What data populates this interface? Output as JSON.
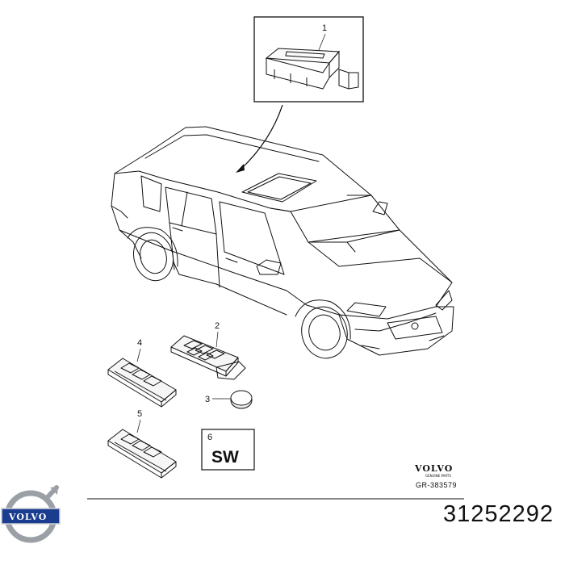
{
  "callouts": {
    "c1": "1",
    "c2": "2",
    "c3": "3",
    "c4": "4",
    "c5": "5",
    "c6": "6"
  },
  "software_label": "SW",
  "brand": {
    "wordmark": "VOLVO",
    "sub": "GENUINE PARTS",
    "ref": "GR-383579"
  },
  "logo": {
    "text": "VOLVO"
  },
  "part_number": "31252292",
  "colors": {
    "line": "#111111",
    "logo_silver": "#9aa0a6",
    "logo_blue": "#1b3d8f"
  }
}
